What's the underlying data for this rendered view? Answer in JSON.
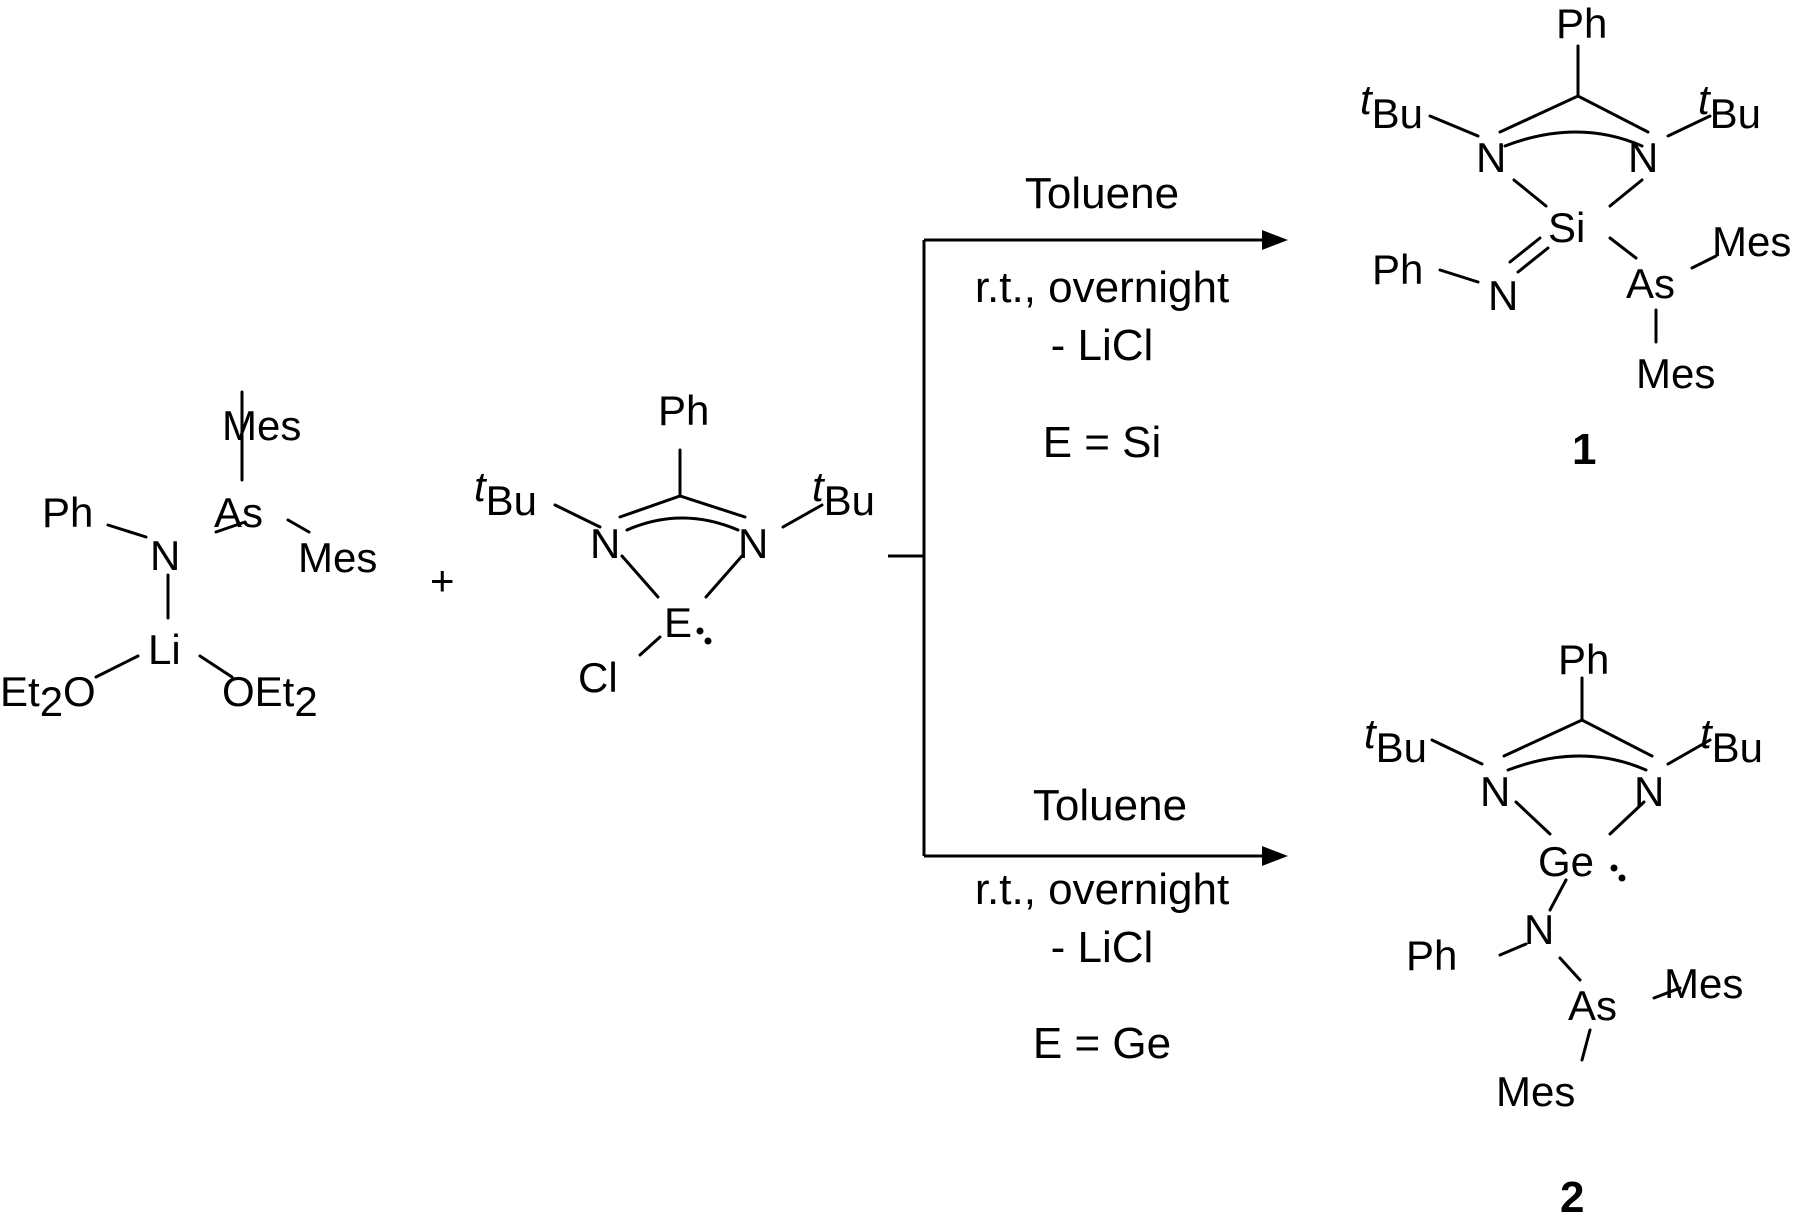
{
  "reactant_1": {
    "ph": "Ph",
    "n": "N",
    "as": "As",
    "mes_top": "Mes",
    "mes_right": "Mes",
    "li": "Li",
    "oet2_left": "Et",
    "oet2_left_o": "O",
    "oet2_left_sub": "2",
    "oet2_right": "OEt",
    "oet2_right_sub": "2"
  },
  "plus": "+",
  "reactant_2": {
    "ph": "Ph",
    "tbu_left_t": "t",
    "tbu_left": "Bu",
    "tbu_right_t": "t",
    "tbu_right": "Bu",
    "n_left": "N",
    "n_right": "N",
    "e": "E",
    "cl": "Cl"
  },
  "reaction_top": {
    "solvent": "Toluene",
    "conditions": "r.t., overnight",
    "byproduct": "- LiCl",
    "element": "E = Si"
  },
  "reaction_bottom": {
    "solvent": "Toluene",
    "conditions": "r.t., overnight",
    "byproduct": "- LiCl",
    "element": "E = Ge"
  },
  "product_1": {
    "ph_top": "Ph",
    "tbu_left_t": "t",
    "tbu_left": "Bu",
    "tbu_right_t": "t",
    "tbu_right": "Bu",
    "n_left": "N",
    "n_right": "N",
    "si": "Si",
    "ph_left": "Ph",
    "n_imine": "N",
    "as": "As",
    "mes_right": "Mes",
    "mes_bottom": "Mes",
    "label": "1"
  },
  "product_2": {
    "ph_top": "Ph",
    "tbu_left_t": "t",
    "tbu_left": "Bu",
    "tbu_right_t": "t",
    "tbu_right": "Bu",
    "n_left": "N",
    "n_right": "N",
    "ge": "Ge",
    "n_amide": "N",
    "ph_left": "Ph",
    "as": "As",
    "mes_right": "Mes",
    "mes_bottom": "Mes",
    "label": "2"
  }
}
